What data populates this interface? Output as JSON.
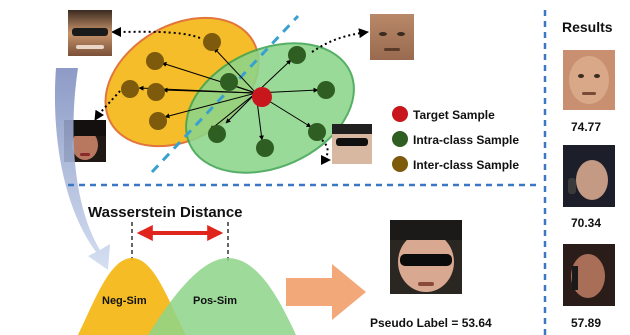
{
  "legend": {
    "target": "Target Sample",
    "intra": "Intra-class Sample",
    "inter": "Inter-class Sample"
  },
  "distance_title": "Wasserstein Distance",
  "dist_labels": {
    "neg": "Neg-Sim",
    "pos": "Pos-Sim"
  },
  "pseudo_label": "Pseudo Label = 53.64",
  "results": {
    "title": "Results",
    "scores": [
      "74.77",
      "70.34",
      "57.89"
    ]
  },
  "colors": {
    "target": "#c8161d",
    "intra": "#2f5e23",
    "inter": "#7d5a0c",
    "inter_cluster_fill": "#f5b819",
    "inter_cluster_stroke": "#e06a2c",
    "intra_cluster_fill": "#8dd58a",
    "intra_cluster_stroke": "#3fa552",
    "divider": "#3a78c6",
    "separator": "#3aa0d0",
    "arrow_red": "#e0261c",
    "arrow_orange": "#f2a878",
    "curve_arrow": "#a8b8d8"
  }
}
